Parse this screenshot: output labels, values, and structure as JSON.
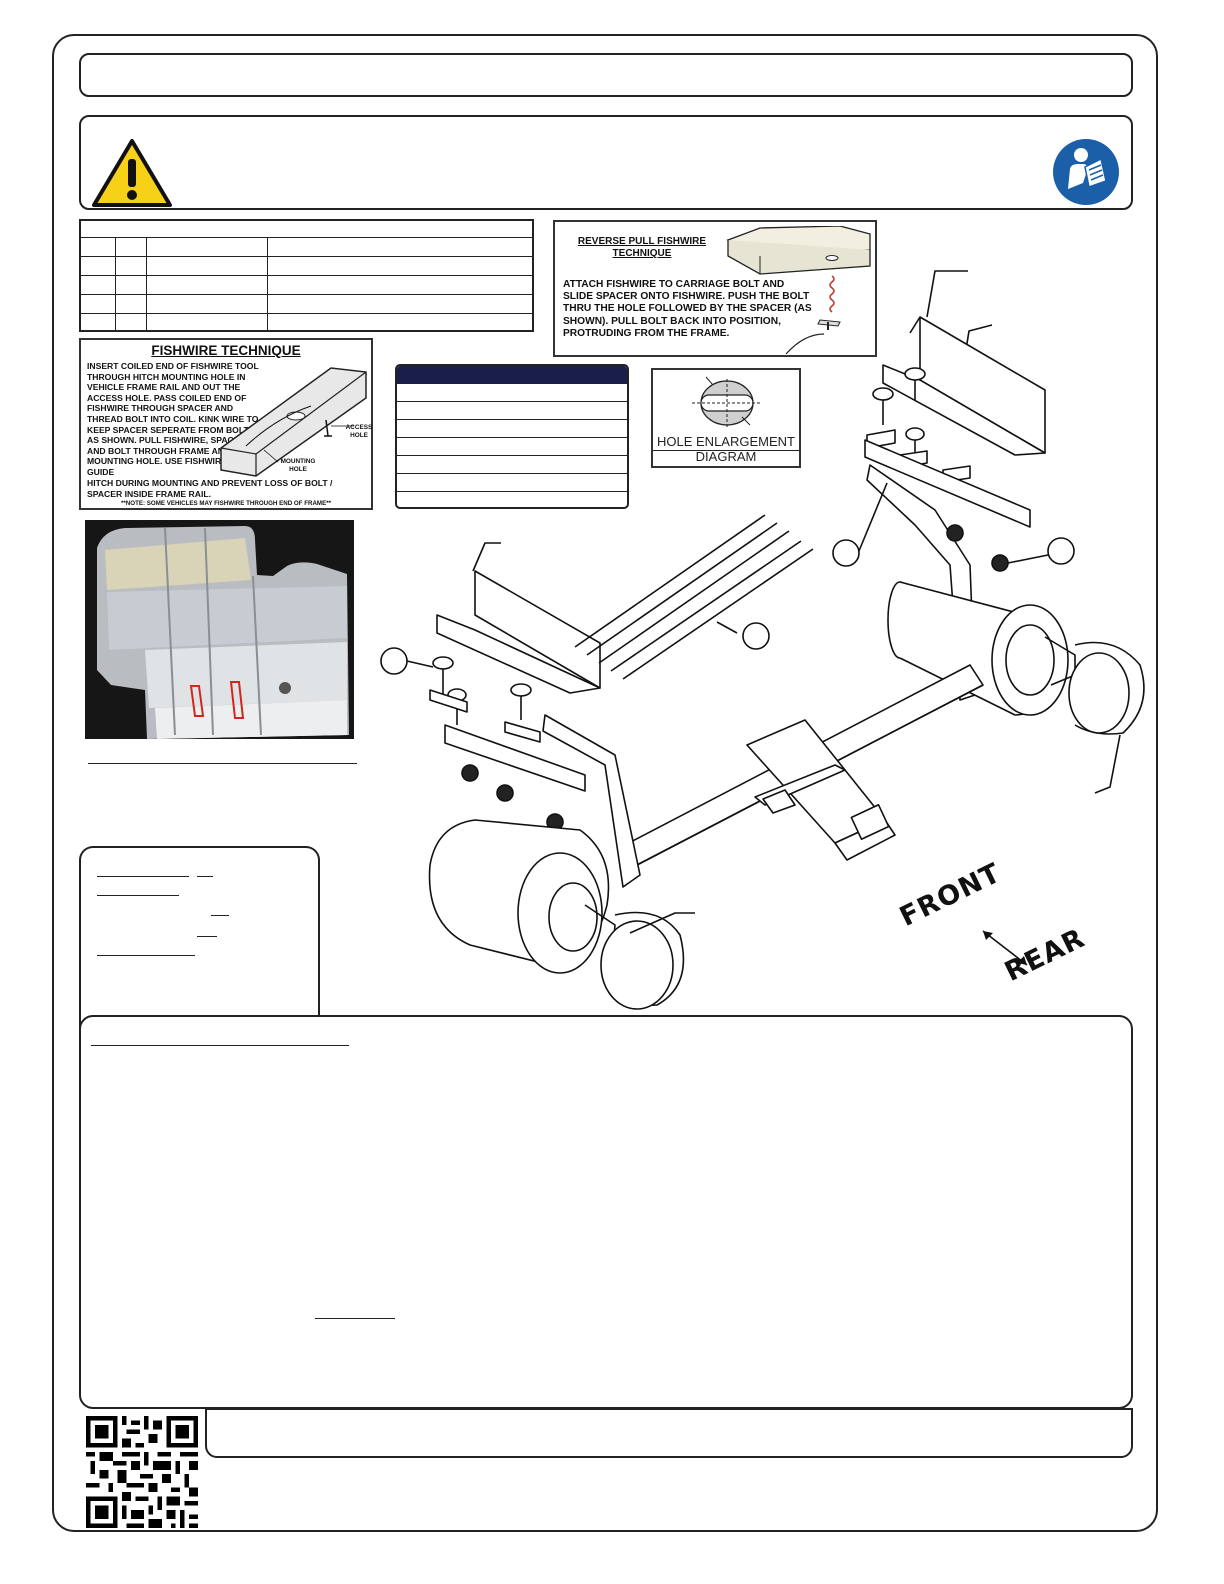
{
  "fishwire": {
    "title": "FISHWIRE TECHNIQUE",
    "body": "INSERT COILED END OF FISHWIRE TOOL THROUGH HITCH MOUNTING HOLE IN VEHICLE FRAME RAIL AND OUT THE ACCESS HOLE. PASS COILED END OF FISHWIRE THROUGH SPACER AND THREAD BOLT INTO COIL. KINK WIRE TO KEEP SPACER SEPERATE FROM BOLT AS SHOWN. PULL FISHWIRE, SPACER, AND BOLT THROUGH FRAME AND OUT MOUNTING HOLE. USE FISHWIRE TO GUIDE",
    "body_wide": "HITCH DURING MOUNTING AND PREVENT LOSS OF BOLT / SPACER INSIDE FRAME RAIL.",
    "note": "**NOTE: SOME VEHICLES MAY FISHWIRE THROUGH END OF FRAME**",
    "label_access": "ACCESS HOLE",
    "label_mounting": "MOUNTING HOLE"
  },
  "reverse_pull": {
    "title": "REVERSE PULL FISHWIRE TECHNIQUE",
    "body": "ATTACH FISHWIRE TO CARRIAGE BOLT AND SLIDE SPACER ONTO FISHWIRE. PUSH THE BOLT THRU THE HOLE FOLLOWED BY THE SPACER (AS SHOWN). PULL BOLT BACK INTO POSITION, PROTRUDING FROM THE FRAME."
  },
  "hole_diagram": {
    "caption": "HOLE ENLARGEMENT DIAGRAM"
  },
  "directions": {
    "front": "FRONT",
    "rear": "REAR"
  },
  "colors": {
    "warning_yellow": "#f7d117",
    "manual_blue": "#1a5fa8",
    "table_header": "#1a1f4a"
  }
}
